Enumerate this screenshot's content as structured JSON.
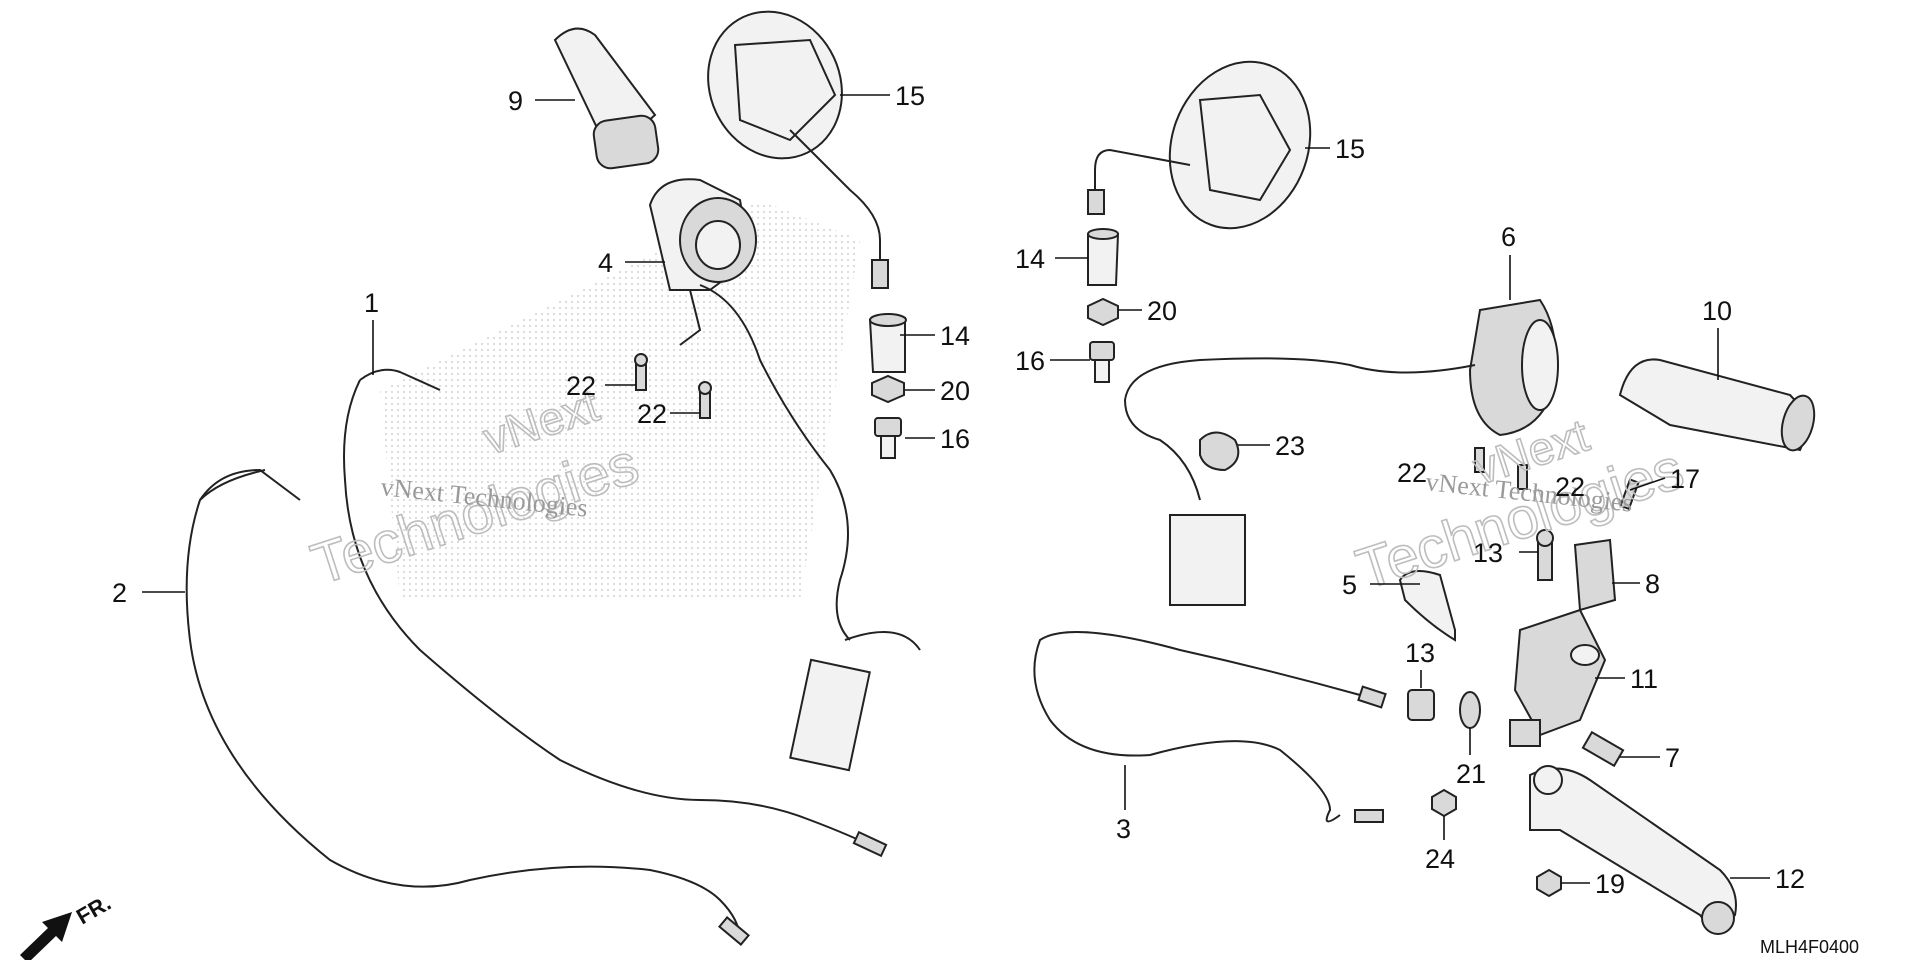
{
  "diagram": {
    "code": "MLH4F0400",
    "direction_label": "FR.",
    "watermarks": [
      {
        "id": "wm-left",
        "line1": "vNext",
        "line2": "Technologies"
      },
      {
        "id": "wm-right",
        "line1": "vNext",
        "line2": "Technologies"
      }
    ],
    "callouts": [
      {
        "id": "c1",
        "label": "1"
      },
      {
        "id": "c2",
        "label": "2"
      },
      {
        "id": "c3",
        "label": "3"
      },
      {
        "id": "c4",
        "label": "4"
      },
      {
        "id": "c5",
        "label": "5"
      },
      {
        "id": "c6",
        "label": "6"
      },
      {
        "id": "c7",
        "label": "7"
      },
      {
        "id": "c8",
        "label": "8"
      },
      {
        "id": "c9",
        "label": "9"
      },
      {
        "id": "c10",
        "label": "10"
      },
      {
        "id": "c11",
        "label": "11"
      },
      {
        "id": "c12",
        "label": "12"
      },
      {
        "id": "c13a",
        "label": "13"
      },
      {
        "id": "c13b",
        "label": "13"
      },
      {
        "id": "c14a",
        "label": "14"
      },
      {
        "id": "c14b",
        "label": "14"
      },
      {
        "id": "c15a",
        "label": "15"
      },
      {
        "id": "c15b",
        "label": "15"
      },
      {
        "id": "c16a",
        "label": "16"
      },
      {
        "id": "c16b",
        "label": "16"
      },
      {
        "id": "c17",
        "label": "17"
      },
      {
        "id": "c19",
        "label": "19"
      },
      {
        "id": "c20a",
        "label": "20"
      },
      {
        "id": "c20b",
        "label": "20"
      },
      {
        "id": "c21",
        "label": "21"
      },
      {
        "id": "c22a",
        "label": "22"
      },
      {
        "id": "c22b",
        "label": "22"
      },
      {
        "id": "c22c",
        "label": "22"
      },
      {
        "id": "c22d",
        "label": "22"
      },
      {
        "id": "c23",
        "label": "23"
      },
      {
        "id": "c24",
        "label": "24"
      }
    ]
  }
}
